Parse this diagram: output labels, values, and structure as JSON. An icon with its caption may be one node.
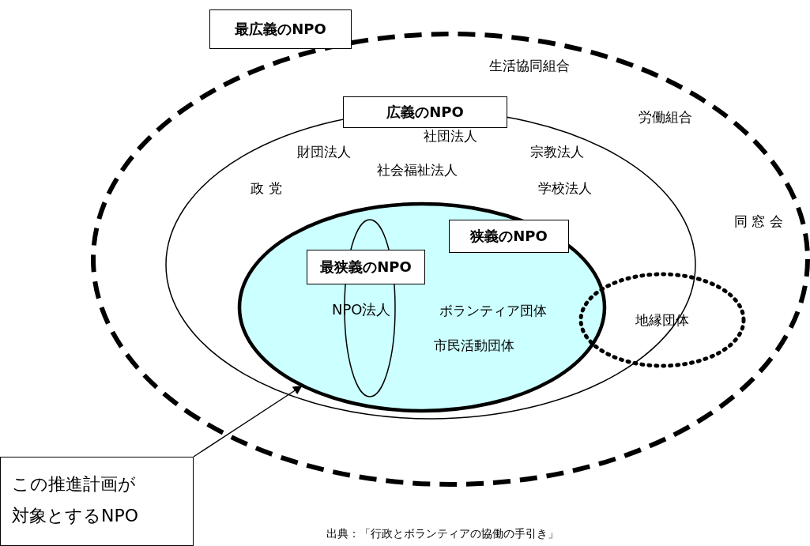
{
  "diagram": {
    "caption": "出典：「行政とボランティアの協働の手引き」",
    "nodes": [
      {
        "text": [
          "最広義のNPO"
        ]
      },
      {
        "text": [
          "広義のNPO"
        ],
        "in": 0
      },
      {
        "text": [
          "狭義のNPO"
        ],
        "in": 1
      },
      {
        "text": [
          "最狭義のNPO",
          "NPO法人"
        ],
        "in": 2
      },
      {
        "text": [
          "地縁団体"
        ],
        "in": 0
      },
      {
        "text": [
          "この推進計画が対象とするNPO"
        ]
      }
    ],
    "edges": [
      {
        "from": 5,
        "to": 2,
        "arrow": "to"
      }
    ],
    "labels": [
      "生活協同組合",
      "労働組合",
      "社団法人",
      "財団法人",
      "宗教法人",
      "社会福祉法人",
      "政 党",
      "学校法人",
      "同 窓 会",
      "ボランティア団体",
      "市民活動団体"
    ]
  }
}
